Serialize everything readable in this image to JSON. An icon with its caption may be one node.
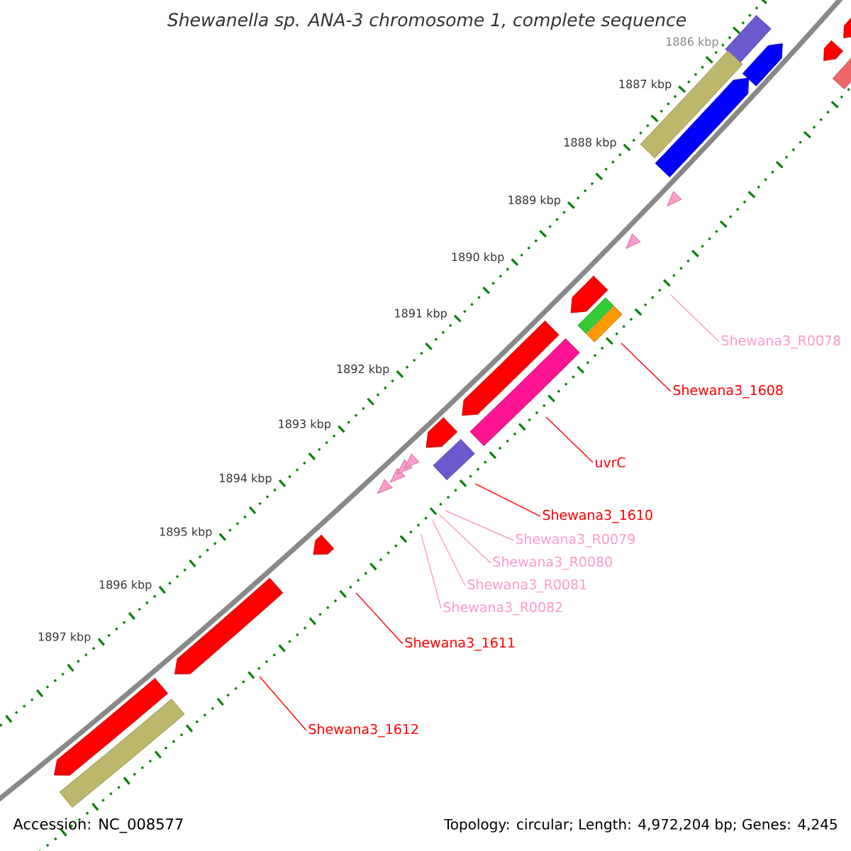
{
  "diagram": {
    "title": "Shewanella sp. ANA-3 chromosome 1, complete sequence",
    "nodes": [
      {
        "text": [
          "Shewana3_R0078"
        ]
      },
      {
        "text": [
          "Shewana3_1608"
        ]
      },
      {
        "text": [
          "uvrC"
        ]
      },
      {
        "text": [
          "Shewana3_1610"
        ]
      },
      {
        "text": [
          "Shewana3_R0079"
        ]
      },
      {
        "text": [
          "Shewana3_R0080"
        ]
      },
      {
        "text": [
          "Shewana3_R0081"
        ]
      },
      {
        "text": [
          "Shewana3_R0082"
        ]
      },
      {
        "text": [
          "Shewana3_1611"
        ]
      },
      {
        "text": [
          "Shewana3_1612"
        ]
      }
    ],
    "edges": [
      {
        "from": 0,
        "to": null,
        "arrow": "none",
        "color": "#ff99cc"
      },
      {
        "from": 1,
        "to": null,
        "arrow": "none",
        "color": "#ff0000"
      },
      {
        "from": 2,
        "to": null,
        "arrow": "none",
        "color": "#ff0000"
      },
      {
        "from": 3,
        "to": null,
        "arrow": "none",
        "color": "#ff0000"
      },
      {
        "from": 4,
        "to": null,
        "arrow": "none",
        "color": "#ff99cc"
      },
      {
        "from": 5,
        "to": null,
        "arrow": "none",
        "color": "#ff99cc"
      },
      {
        "from": 6,
        "to": null,
        "arrow": "none",
        "color": "#ff99cc"
      },
      {
        "from": 7,
        "to": null,
        "arrow": "none",
        "color": "#ff99cc"
      },
      {
        "from": 8,
        "to": null,
        "arrow": "none",
        "color": "#ff0000"
      },
      {
        "from": 9,
        "to": null,
        "arrow": "none",
        "color": "#ff0000"
      }
    ],
    "labels": [
      "1886 kbp",
      "1887 kbp",
      "1888 kbp",
      "1889 kbp",
      "1890 kbp",
      "1891 kbp",
      "1892 kbp",
      "1893 kbp",
      "1894 kbp",
      "1895 kbp",
      "1896 kbp",
      "1897 kbp",
      "Accession: NC_008577",
      "Topology: circular; Length: 4,972,204 bp; Genes: 4,245"
    ]
  }
}
